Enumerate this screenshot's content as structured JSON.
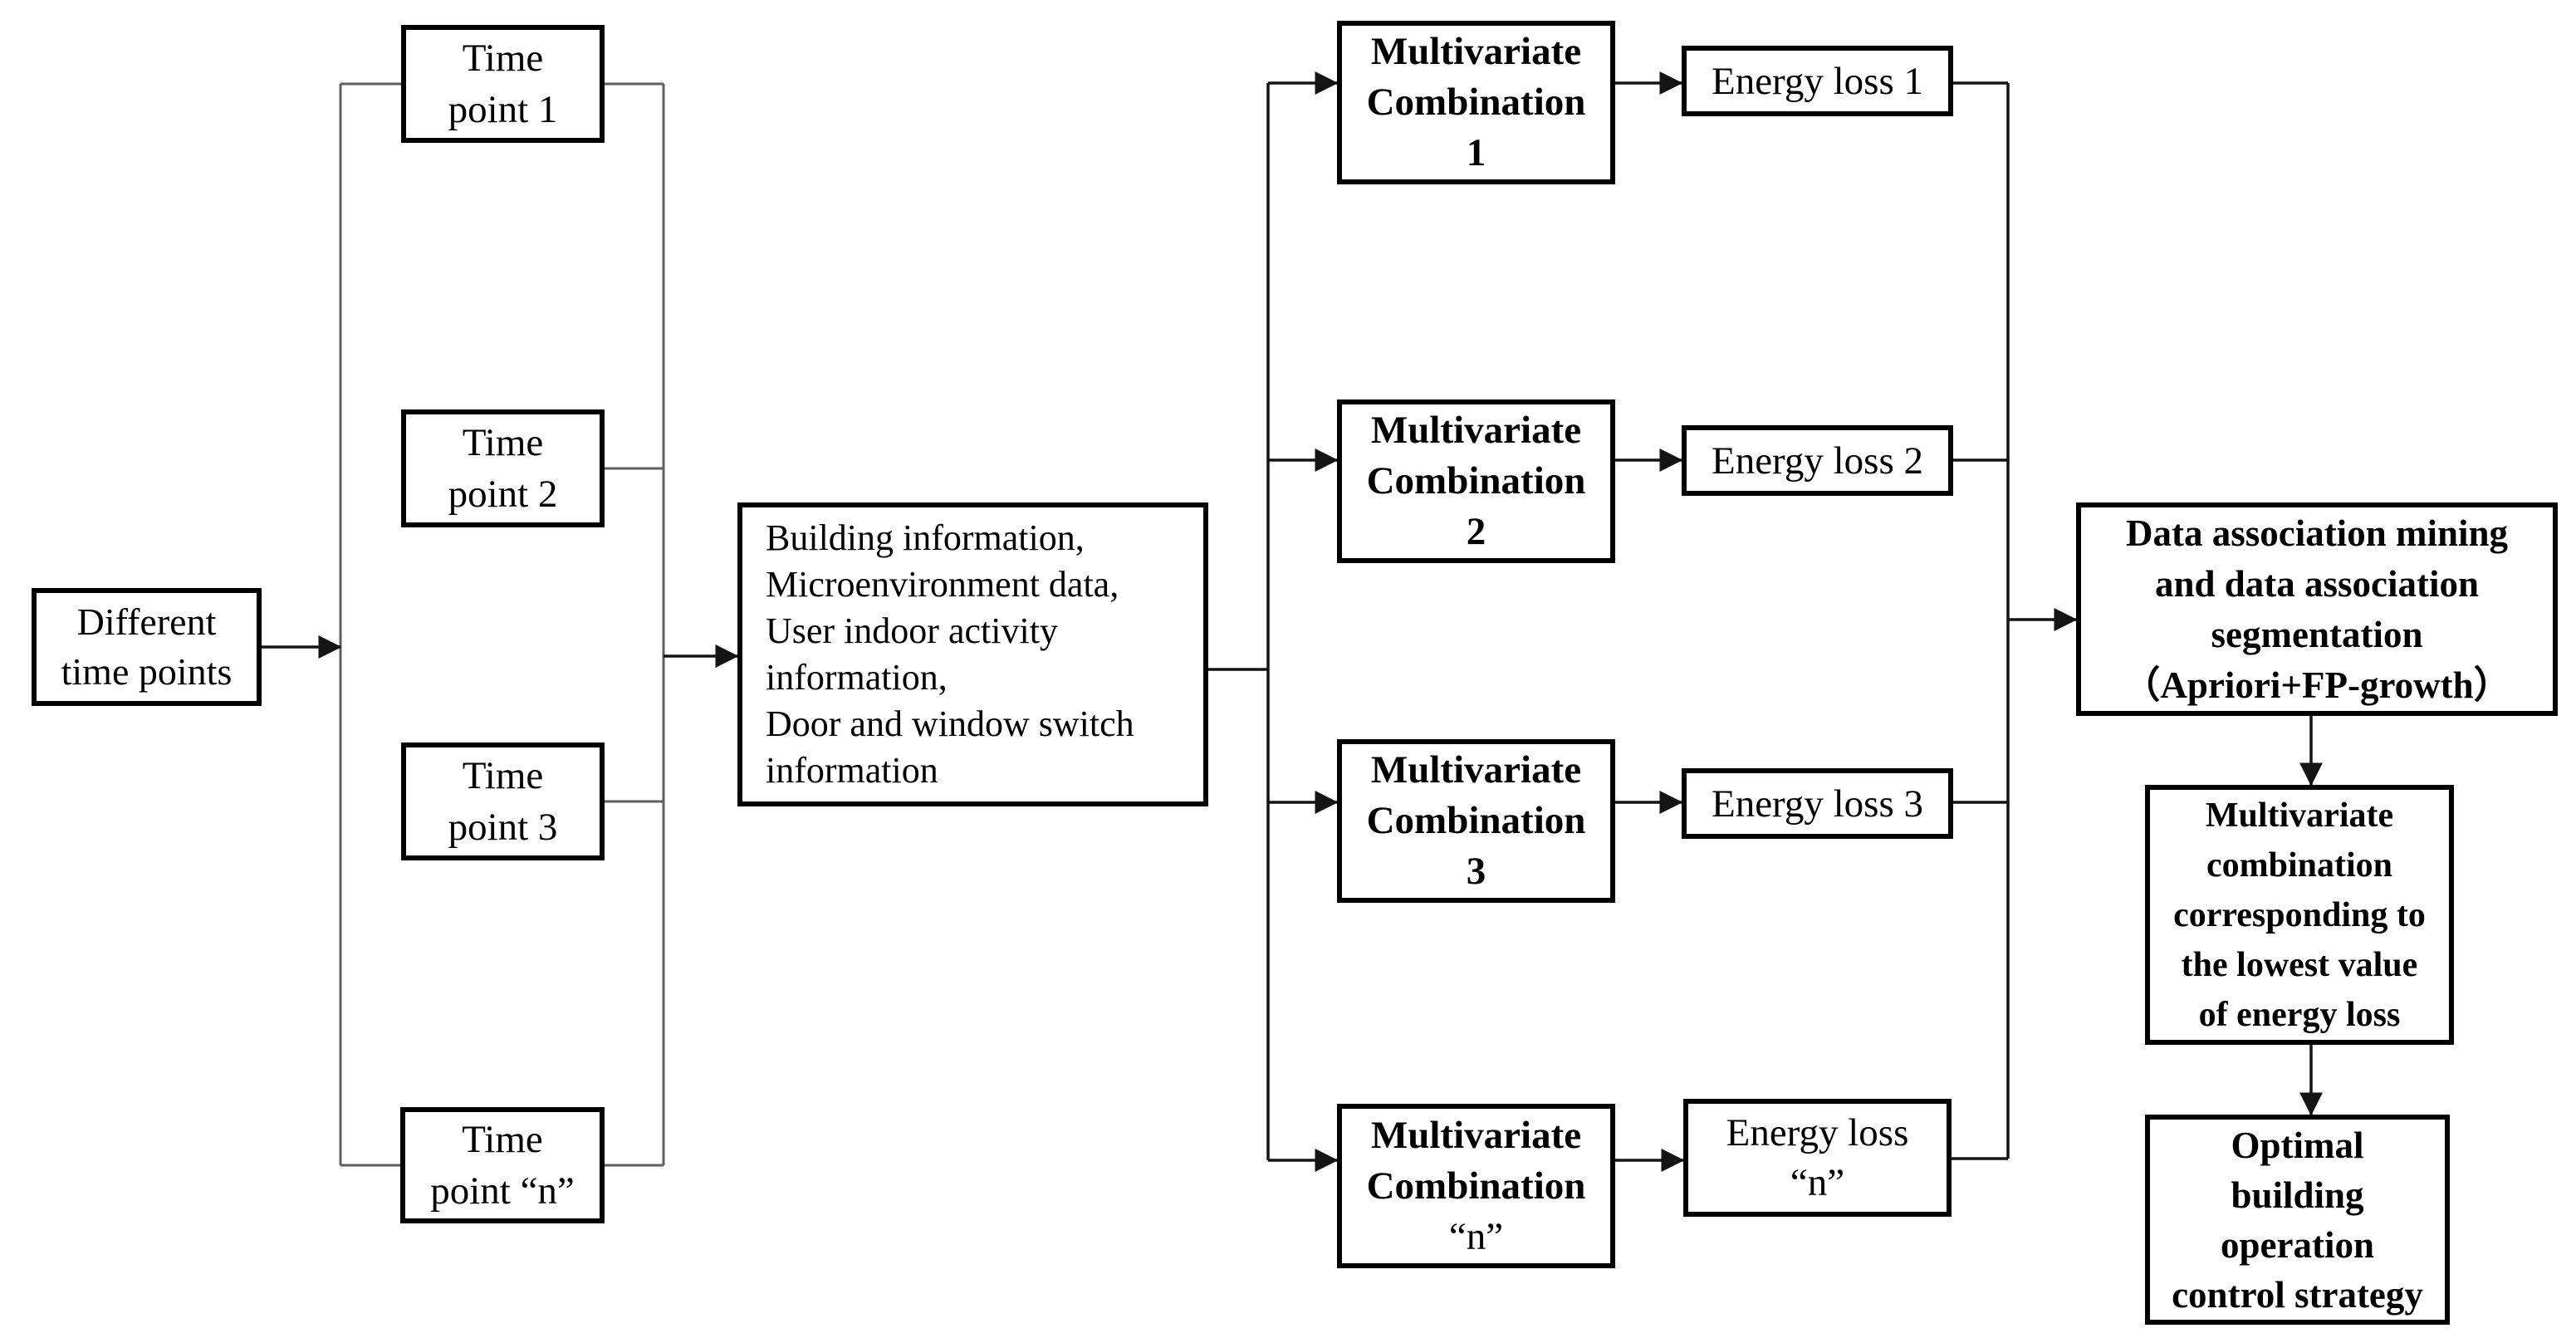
{
  "diagram": {
    "title": "Building energy-loss data mining flowchart",
    "colors": {
      "background": "#ffffff",
      "box_border": "#000000",
      "connector": "#141414",
      "bracket": "#5f5f5f",
      "text": "#000000"
    },
    "nodes": {
      "different_time_points": {
        "lines": [
          "Different",
          "time points"
        ]
      },
      "time_point_1": {
        "lines": [
          "Time",
          "point 1"
        ]
      },
      "time_point_2": {
        "lines": [
          "Time",
          "point 2"
        ]
      },
      "time_point_3": {
        "lines": [
          "Time",
          "point 3"
        ]
      },
      "time_point_n": {
        "lines": [
          "Time",
          "point “n”"
        ]
      },
      "input_data": {
        "lines": [
          "Building information,",
          "Microenvironment data,",
          "User indoor activity",
          "information,",
          "Door and window switch",
          "information"
        ]
      },
      "multivariate_combination_1": {
        "lines": [
          "Multivariate",
          "Combination",
          "1"
        ]
      },
      "multivariate_combination_2": {
        "lines": [
          "Multivariate",
          "Combination",
          "2"
        ]
      },
      "multivariate_combination_3": {
        "lines": [
          "Multivariate",
          "Combination",
          "3"
        ]
      },
      "multivariate_combination_n": {
        "lines": [
          "Multivariate",
          "Combination",
          "“n”"
        ],
        "suffix_regular": true
      },
      "energy_loss_1": {
        "lines": [
          "Energy loss 1"
        ]
      },
      "energy_loss_2": {
        "lines": [
          "Energy loss 2"
        ]
      },
      "energy_loss_3": {
        "lines": [
          "Energy loss 3"
        ]
      },
      "energy_loss_n": {
        "lines": [
          "Energy loss",
          "“n”"
        ]
      },
      "data_association_mining": {
        "lines": [
          "Data association mining",
          "and data association",
          "segmentation",
          "（Apriori+FP-growth）"
        ]
      },
      "lowest_energy_combination": {
        "lines": [
          "Multivariate",
          "combination",
          "corresponding to",
          "the lowest value",
          "of energy loss"
        ]
      },
      "optimal_strategy": {
        "lines": [
          "Optimal",
          "building",
          "operation",
          "control strategy"
        ]
      }
    }
  }
}
